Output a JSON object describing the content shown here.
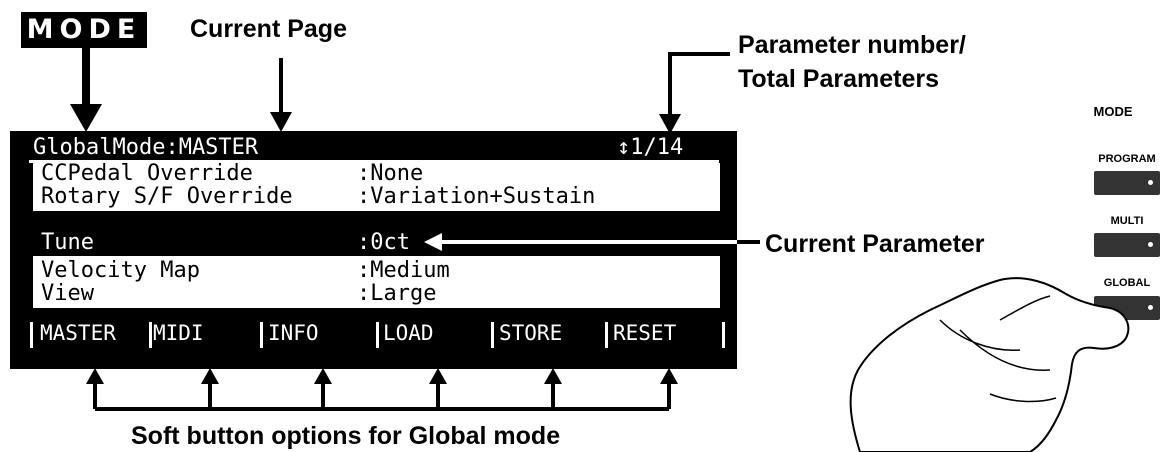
{
  "callouts": {
    "mode": "MODE",
    "current_page": "Current Page",
    "param_number": "Parameter number/",
    "total_params": "Total Parameters",
    "current_parameter": "Current Parameter",
    "soft_buttons": "Soft button options for Global mode"
  },
  "lcd": {
    "title": "GlobalMode:MASTER",
    "page_counter": "↕1/14",
    "rows": [
      {
        "name": "CCPedal Override",
        "value": ":None"
      },
      {
        "name": "Rotary S/F Override",
        "value": ":Variation+Sustain"
      },
      {
        "name": "Tune",
        "value": ":0ct"
      },
      {
        "name": "Velocity Map",
        "value": ":Medium"
      },
      {
        "name": "View",
        "value": ":Large"
      }
    ],
    "soft_buttons": [
      "MASTER",
      "MIDI",
      "INFO",
      "LOAD",
      "STORE",
      "RESET"
    ]
  },
  "panel": {
    "title": "MODE",
    "buttons": [
      "PROGRAM",
      "MULTI",
      "GLOBAL"
    ]
  },
  "colors": {
    "background": "#ffffff",
    "lcd": "#000000",
    "button": "#333333"
  }
}
